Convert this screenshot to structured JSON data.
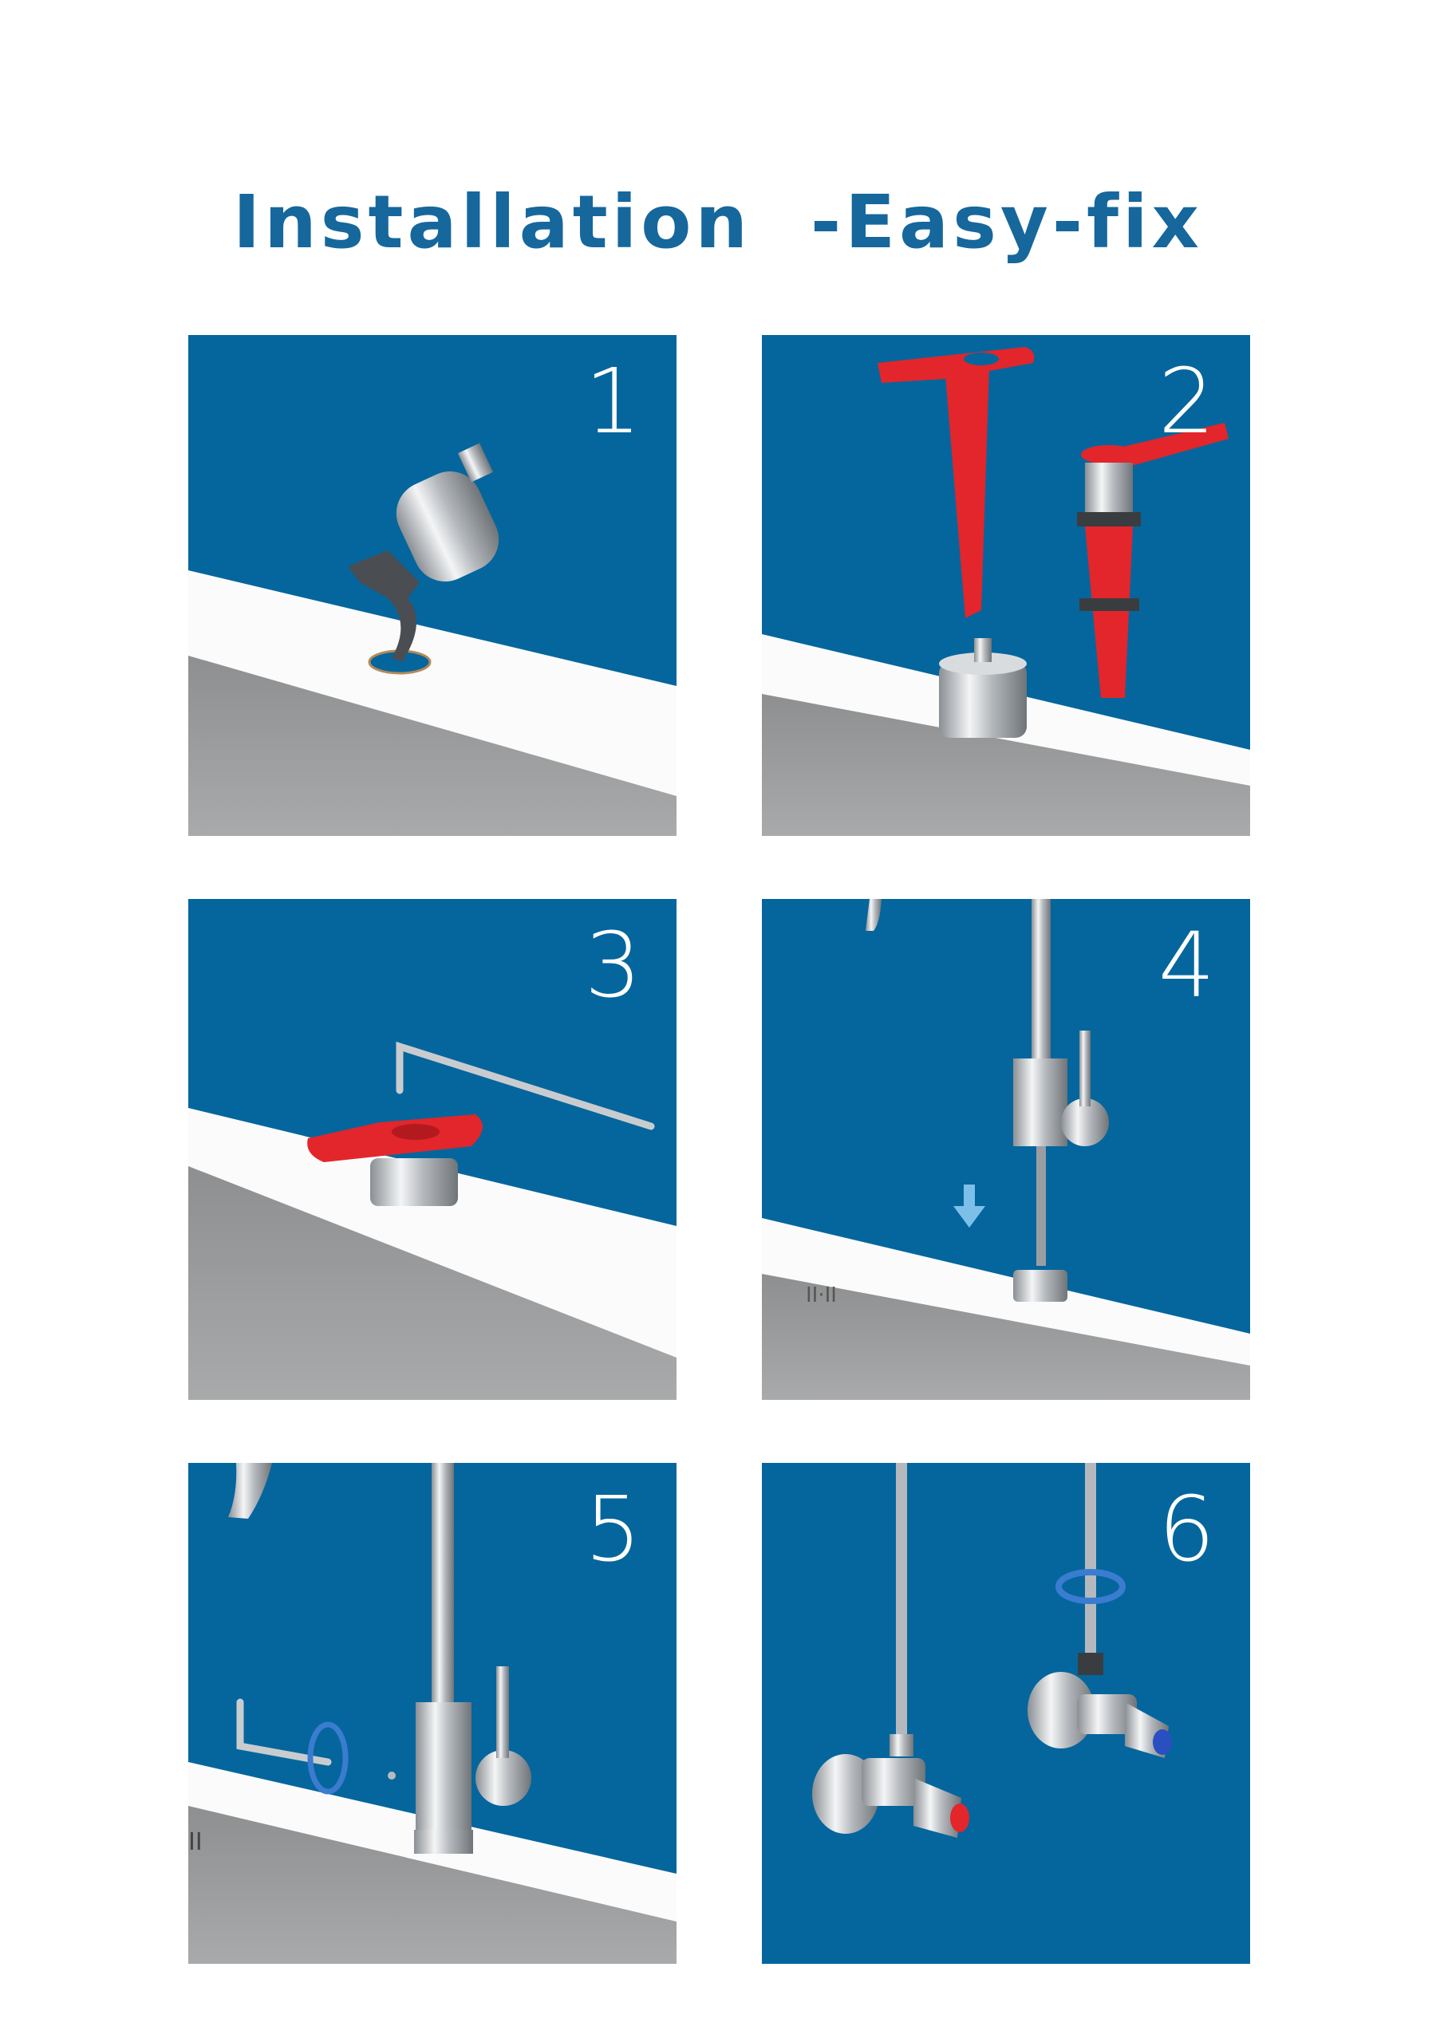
{
  "title": "Installation  -Easy-fix",
  "steps": [
    {
      "number": "1"
    },
    {
      "number": "2"
    },
    {
      "number": "3"
    },
    {
      "number": "4"
    },
    {
      "number": "5"
    },
    {
      "number": "6"
    }
  ],
  "colors": {
    "panel_blue": "#05669d",
    "title_blue": "#16679c",
    "tool_red": "#e2262b"
  }
}
